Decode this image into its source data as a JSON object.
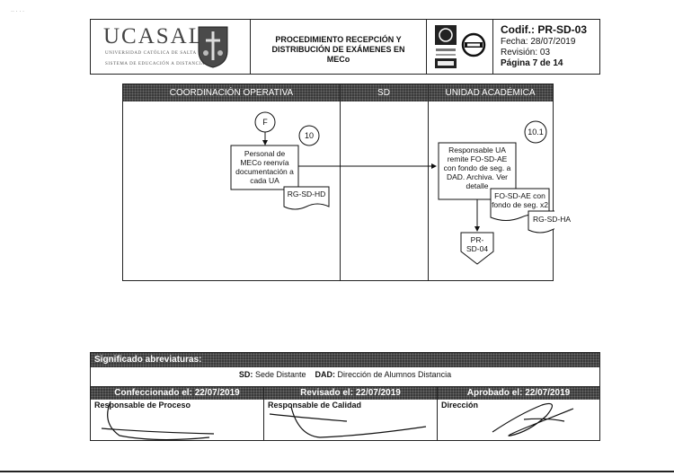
{
  "header": {
    "logo_text": "UCASAL",
    "logo_line1": "UNIVERSIDAD CATÓLICA DE SALTA",
    "logo_line2": "SISTEMA DE EDUCACIÓN A DISTANCIA",
    "title_line1": "PROCEDIMIENTO RECEPCIÓN Y",
    "title_line2": "DISTRIBUCIÓN DE EXÁMENES EN",
    "title_line3": "MECo",
    "code": "Codif.: PR-SD-03",
    "date": "Fecha: 28/07/2019",
    "revision": "Revisión: 03",
    "page": "Página 7 de 14"
  },
  "lanes": {
    "coord": "COORDINACIÓN OPERATIVA",
    "sd": "SD",
    "ua": "UNIDAD ACADÉMICA"
  },
  "flow": {
    "connector_f": "F",
    "step10_num": "10",
    "step10_text": [
      "Personal de",
      "MECo reenvía",
      "documentación a",
      "cada UA"
    ],
    "doc_rg_sd_hd": "RG-SD-HD",
    "step101_num": "10.1",
    "step101_text": [
      "Responsable UA",
      "remite FO-SD-AE",
      "con fondo de seg. a",
      "DAD. Archiva. Ver",
      "detalle"
    ],
    "doc_fo_text": [
      "FO-SD-AE con",
      "fondo de seg. x2"
    ],
    "doc_rg_sd_ha": "RG-SD-HA",
    "offpage": [
      "PR-",
      "SD-04"
    ]
  },
  "abbrev": {
    "title": "Significado abreviaturas:",
    "sd_key": "SD:",
    "sd_val": "Sede Distante",
    "dad_key": "DAD:",
    "dad_val": "Dirección de Alumnos Distancia"
  },
  "approvals": {
    "made": "Confeccionado el: 22/07/2019",
    "reviewed": "Revisado el: 22/07/2019",
    "approved": "Aprobado el: 22/07/2019",
    "role1": "Responsable de Proceso",
    "role2": "Responsable de Calidad",
    "role3": "Dirección"
  }
}
